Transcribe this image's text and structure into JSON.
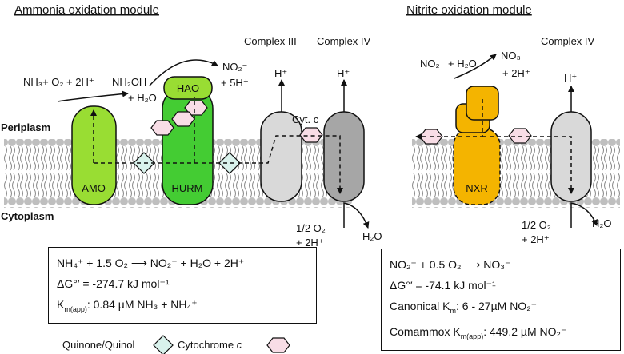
{
  "titles": {
    "ammonia": "Ammonia oxidation module",
    "nitrite": "Nitrite oxidation module"
  },
  "complexes": {
    "complex3": "Complex III",
    "complex4_left": "Complex IV",
    "complex4_right": "Complex IV"
  },
  "regions": {
    "periplasm": "Periplasm",
    "cytoplasm": "Cytoplasm"
  },
  "enzymes": {
    "amo": "AMO",
    "hurm": "HURM",
    "hao": "HAO",
    "nxr": "NXR",
    "cyt_c": "Cyt. c"
  },
  "reaction_labels": {
    "nh3_input": "NH₃+ O₂ + 2H⁺",
    "nh2oh": "NH₂OH",
    "h2o_amo": "+ H₂O",
    "no2_out": "NO₂⁻",
    "five_h": "+ 5H⁺",
    "proton": "H⁺",
    "o2_left": "1/2 O₂",
    "two_h_left": "+ 2H⁺",
    "h2o_left": "H₂O",
    "no2_h2o_in": "NO₂⁻ + H₂O",
    "no3_out": "NO₃⁻",
    "two_h_nxr": "+ 2H⁺",
    "o2_right": "1/2 O₂",
    "two_h_right": "+ 2H⁺",
    "h2o_right": "H₂O"
  },
  "box_left": {
    "eq": "NH₄⁺ + 1.5 O₂ ⟶ NO₂⁻ + H₂O + 2H⁺",
    "dg": "ΔG°′ = -274.7 kJ mol⁻¹",
    "km_prefix": "K",
    "km_sub": "m(app)",
    "km_value": ": 0.84 µM NH₃ + NH₄⁺"
  },
  "box_right": {
    "eq": "NO₂⁻ + 0.5 O₂ ⟶ NO₃⁻",
    "dg": "ΔG°′ = -74.1 kJ mol⁻¹",
    "can_prefix": "Canonical K",
    "can_sub": "m",
    "can_value": ": 6 - 27µM NO₂⁻",
    "com_prefix": "Comammox K",
    "com_sub": "m(app)",
    "com_value": ": 449.2 µM NO₂⁻"
  },
  "legend": {
    "quinone": "Quinone/Quinol",
    "cytochrome_prefix": "Cytochrome ",
    "cytochrome_c": "c"
  },
  "colors": {
    "amo": "#99dd33",
    "hurm": "#44cc33",
    "hao": "#99dd33",
    "nxr": "#f4b400",
    "complex3": "#d9d9d9",
    "complex4": "#a6a6a6",
    "complex4_right": "#d9d9d9",
    "quinone": "#d9f2ec",
    "cytochrome": "#f8dde6"
  }
}
